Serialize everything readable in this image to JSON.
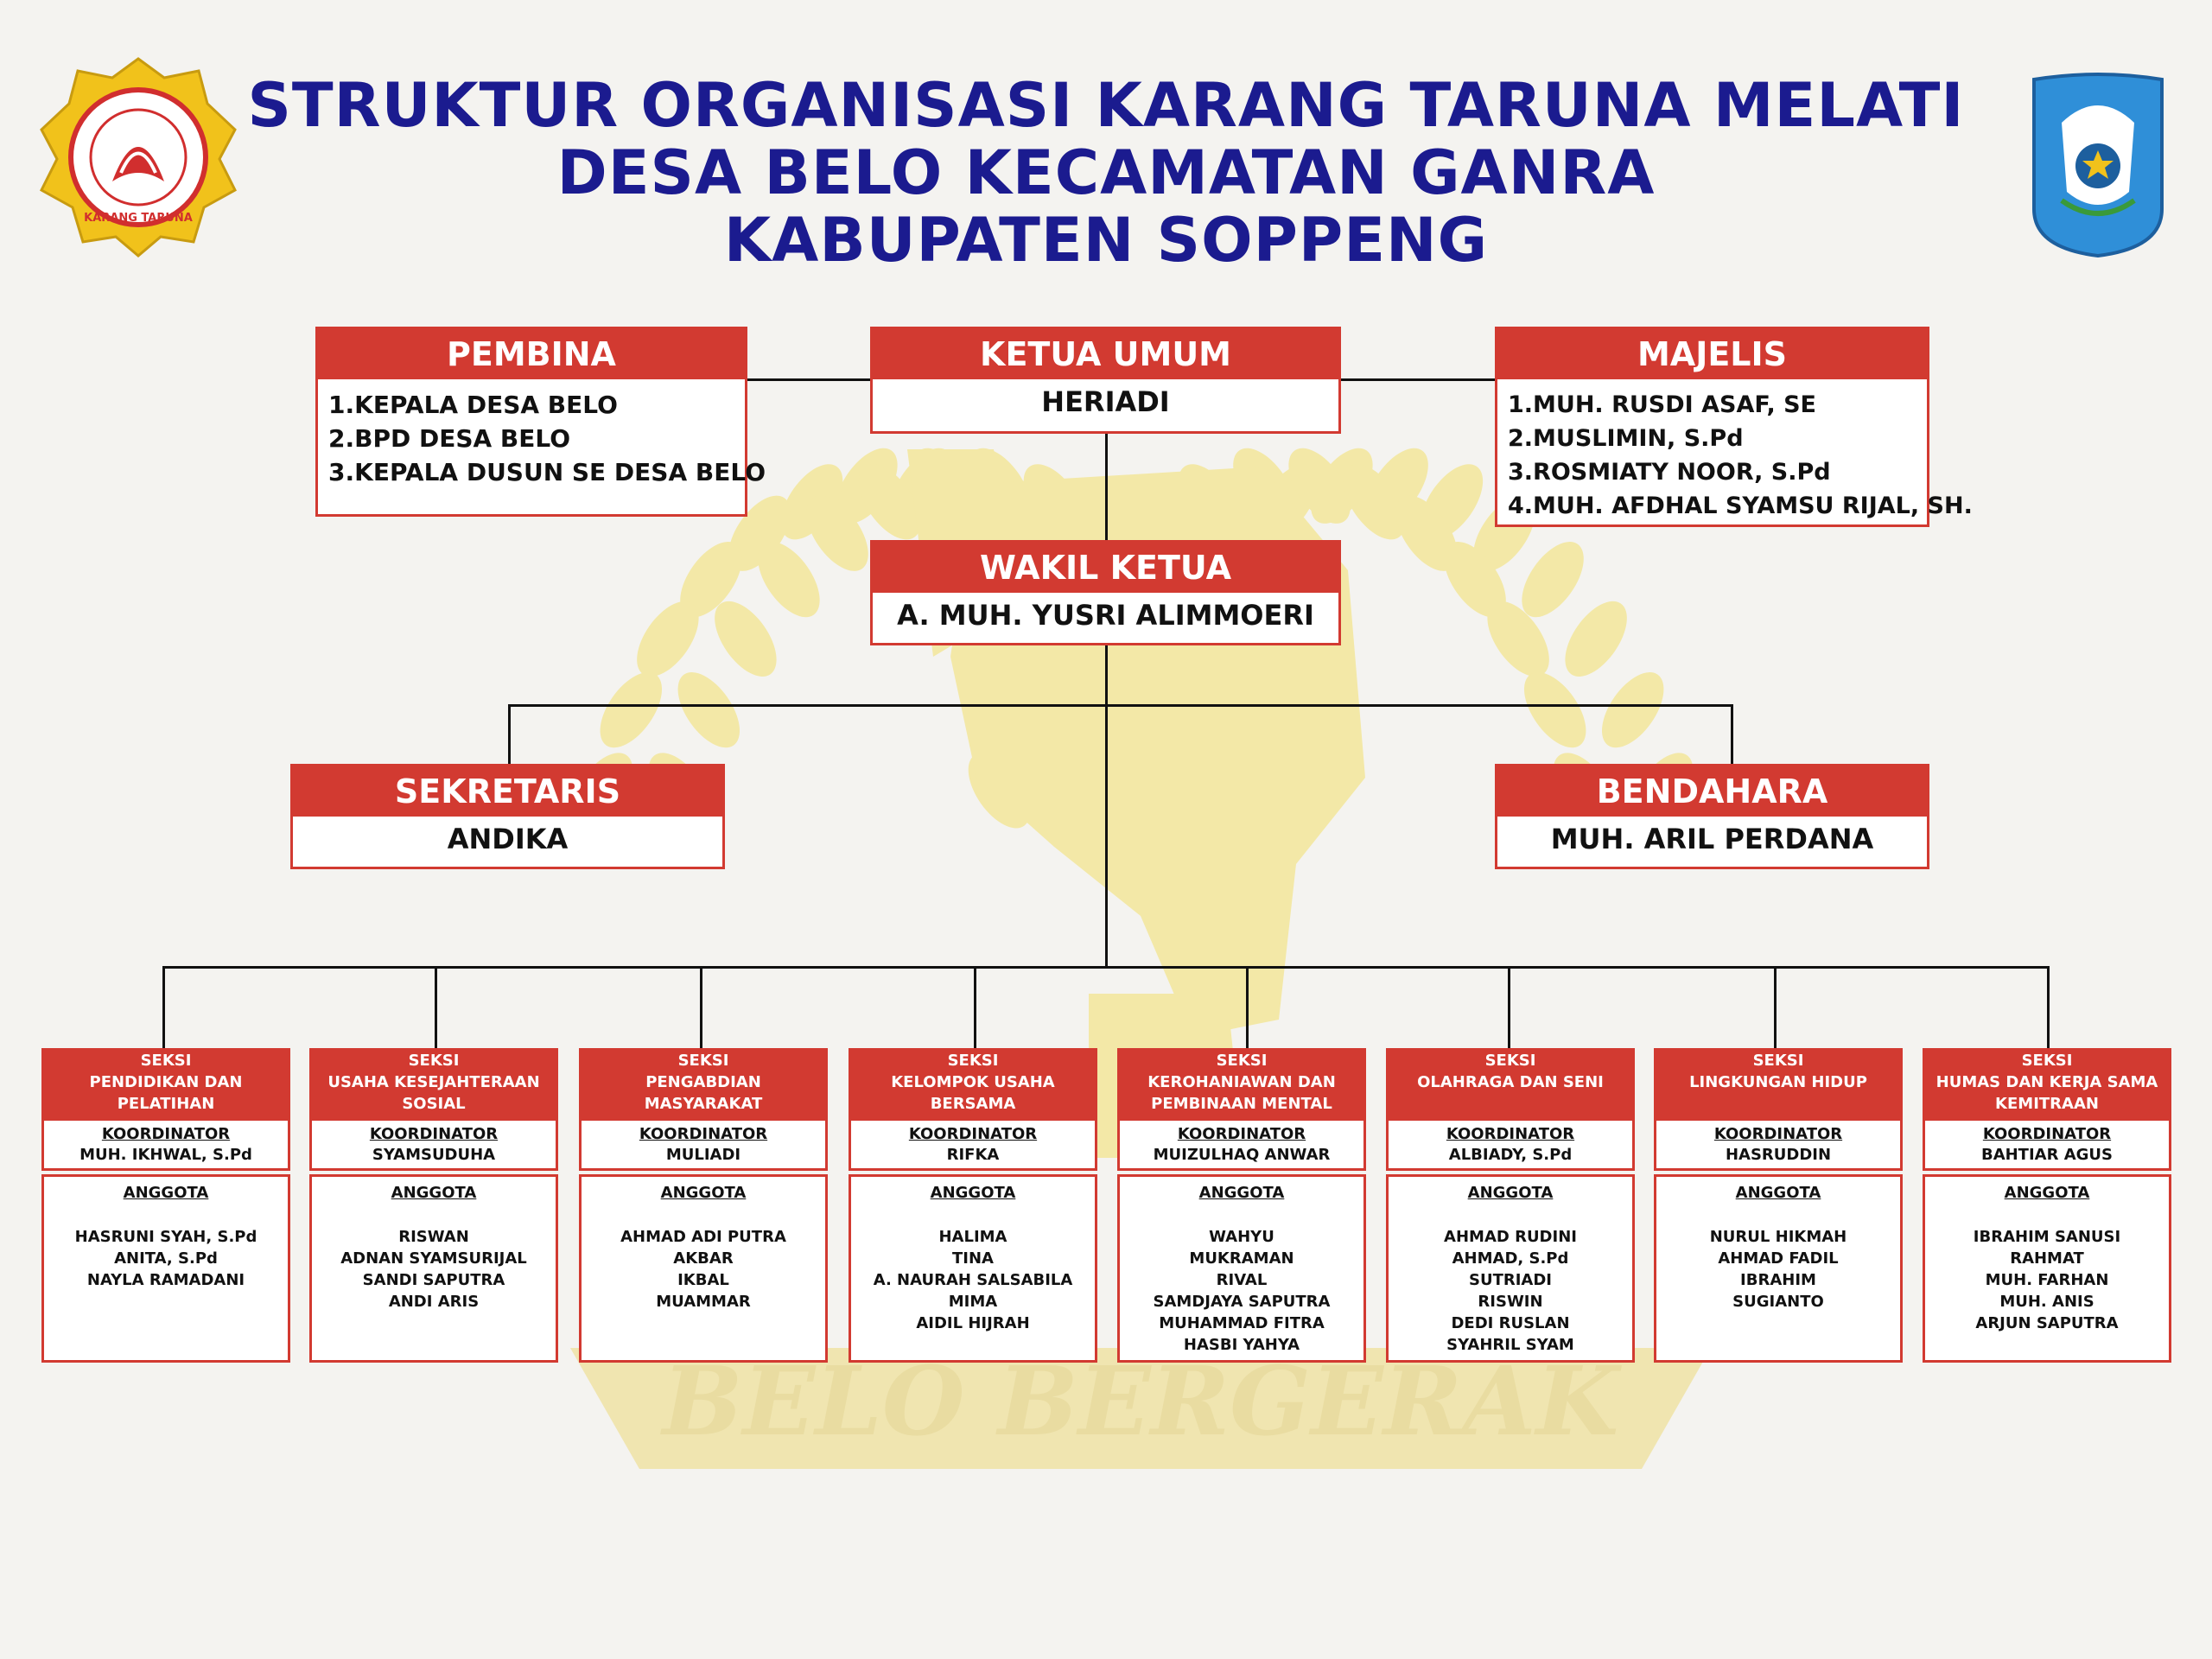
{
  "title": {
    "line1": "STRUKTUR ORGANISASI KARANG TARUNA MELATI",
    "line2": "DESA BELO KECAMATAN GANRA",
    "line3": "KABUPATEN SOPPENG"
  },
  "logo_left": {
    "icon": "karang-taruna-emblem",
    "text": "KARANG TARUNA"
  },
  "logo_right": {
    "icon": "soppeng-regency-emblem"
  },
  "watermark": {
    "icon": "raised-fist-laurel",
    "text": "BELO BERGERAK"
  },
  "pembina": {
    "title": "PEMBINA",
    "members": [
      "1.KEPALA DESA BELO",
      "2.BPD DESA BELO",
      "3.KEPALA DUSUN SE DESA BELO"
    ]
  },
  "ketua_umum": {
    "title": "KETUA UMUM",
    "name": "HERIADI"
  },
  "majelis": {
    "title": "MAJELIS PERTIMBANGAN",
    "members": [
      "1.MUH. RUSDI ASAF, SE",
      "2.MUSLIMIN, S.Pd",
      "3.ROSMIATY NOOR, S.Pd",
      "4.MUH. AFDHAL SYAMSU RIJAL, SH."
    ]
  },
  "wakil_ketua": {
    "title": "WAKIL KETUA",
    "name": "A. MUH. YUSRI ALIMMOERI"
  },
  "sekretaris": {
    "title": "SEKRETARIS",
    "name": "ANDIKA"
  },
  "bendahara": {
    "title": "BENDAHARA",
    "name": "MUH. ARIL PERDANA"
  },
  "labels": {
    "seksi": "SEKSI",
    "koordinator": "KOORDINATOR",
    "anggota": "ANGGOTA"
  },
  "sections": [
    {
      "name": "PENDIDIKAN DAN PELATIHAN",
      "koordinator": "MUH. IKHWAL, S.Pd",
      "anggota": [
        "HASRUNI SYAH, S.Pd",
        "ANITA, S.Pd",
        "NAYLA RAMADANI"
      ]
    },
    {
      "name": "USAHA KESEJAHTERAAN SOSIAL",
      "koordinator": "SYAMSUDUHA",
      "anggota": [
        "RISWAN",
        "ADNAN SYAMSURIJAL",
        "SANDI SAPUTRA",
        "ANDI ARIS"
      ]
    },
    {
      "name": "PENGABDIAN MASYARAKAT",
      "koordinator": "MULIADI",
      "anggota": [
        "AHMAD ADI PUTRA",
        "AKBAR",
        "IKBAL",
        "MUAMMAR"
      ]
    },
    {
      "name": "KELOMPOK USAHA BERSAMA",
      "koordinator": "RIFKA",
      "anggota": [
        "HALIMA",
        "TINA",
        "A. NAURAH SALSABILA",
        "MIMA",
        "AIDIL HIJRAH"
      ]
    },
    {
      "name": "KEROHANIAWAN DAN PEMBINAAN MENTAL",
      "koordinator": "MUIZULHAQ ANWAR",
      "anggota": [
        "WAHYU",
        "MUKRAMAN",
        "RIVAL",
        "SAMDJAYA SAPUTRA",
        "MUHAMMAD FITRA",
        "HASBI YAHYA"
      ]
    },
    {
      "name": "OLAHRAGA DAN SENI",
      "koordinator": "ALBIADY, S.Pd",
      "anggota": [
        "AHMAD RUDINI",
        "AHMAD, S.Pd",
        "SUTRIADI",
        "RISWIN",
        "DEDI RUSLAN",
        "SYAHRIL SYAM"
      ]
    },
    {
      "name": "LINGKUNGAN HIDUP",
      "koordinator": "HASRUDDIN",
      "anggota": [
        "NURUL HIKMAH",
        "AHMAD FADIL",
        "IBRAHIM",
        "SUGIANTO"
      ]
    },
    {
      "name": "HUMAS DAN KERJA SAMA KEMITRAAN",
      "koordinator": "BAHTIAR AGUS",
      "anggota": [
        "IBRAHIM SANUSI",
        "RAHMAT",
        "MUH. FARHAN",
        "MUH. ANIS",
        "ARJUN SAPUTRA"
      ]
    }
  ]
}
